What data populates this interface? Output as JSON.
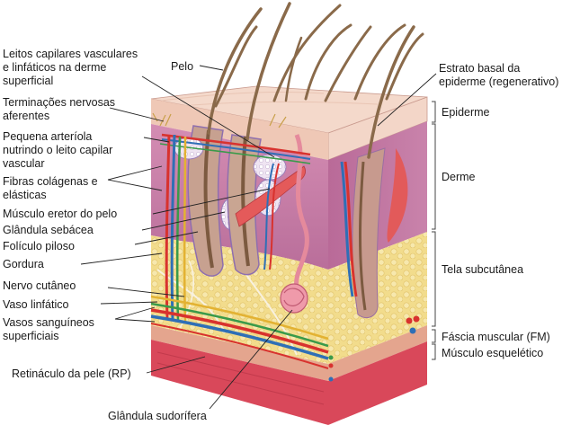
{
  "labels": {
    "leitos": [
      "Leitos capilares vasculares",
      "e linfáticos na derme",
      "superficial"
    ],
    "terminacoes": [
      "Terminações nervosas",
      "aferentes"
    ],
    "arteriola": [
      "Pequena arteríola",
      "nutrindo o leito capilar",
      "vascular"
    ],
    "fibras": [
      "Fibras colágenas e",
      "elásticas"
    ],
    "eretor": "Músculo eretor do pelo",
    "sebacea": "Glândula sebácea",
    "foliculo": "Folículo piloso",
    "gordura": "Gordura",
    "nervo": "Nervo cutâneo",
    "linfatico": "Vaso linfático",
    "vasos": [
      "Vasos sanguíneos",
      "superficiais"
    ],
    "retinaculo": "Retináculo da pele (RP)",
    "sudorifera": "Glândula sudorífera",
    "pelo": "Pelo",
    "estrato": [
      "Estrato basal da",
      "epiderme (regenerativo)"
    ],
    "epiderme": "Epiderme",
    "derme": "Derme",
    "tela": "Tela subcutânea",
    "fascia": "Fáscia muscular (FM)",
    "musculo": "Músculo esquelético"
  },
  "colors": {
    "epidermis": "#eec9b8",
    "dermis": "#c77fa6",
    "fat": "#f2dc8c",
    "muscle": "#d9485a",
    "artery": "#d8322e",
    "vein": "#2f6fb6",
    "lymph": "#3a9a4a",
    "nerve": "#e3b232",
    "hair": "#8a6a4a"
  }
}
